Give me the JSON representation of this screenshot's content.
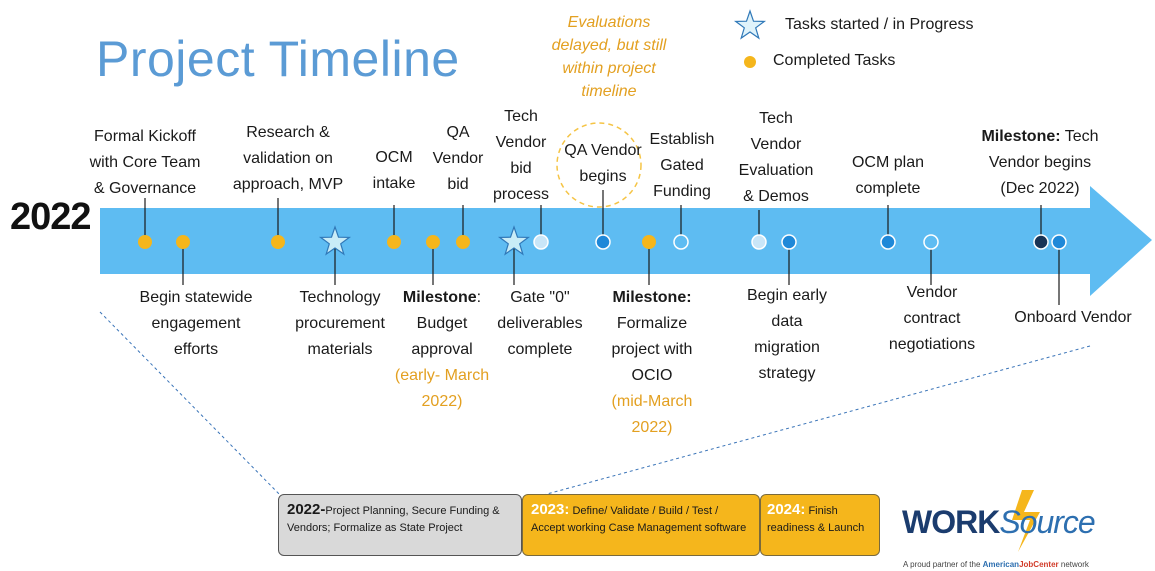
{
  "title": "Project Timeline",
  "year": "2022",
  "legend": {
    "in_progress": "Tasks started /  in Progress",
    "completed": "Completed Tasks"
  },
  "delay_note": [
    "Evaluations",
    "delayed, but still",
    "within project",
    "timeline"
  ],
  "labels_above": {
    "kickoff": [
      "Formal Kickoff",
      "with Core Team",
      "& Governance"
    ],
    "research": [
      "Research &",
      "validation on",
      "approach, MVP"
    ],
    "ocm_intake": [
      "OCM",
      "intake"
    ],
    "qa_vendor_bid": [
      "QA",
      "Vendor",
      "bid"
    ],
    "tech_vendor_bid": [
      "Tech",
      "Vendor",
      "bid",
      "process"
    ],
    "qa_vendor_begins": [
      "QA Vendor",
      "begins"
    ],
    "gated_funding": [
      "Establish",
      "Gated",
      "Funding"
    ],
    "tech_vendor_eval": [
      "Tech",
      "Vendor",
      "Evaluation",
      "& Demos"
    ],
    "ocm_plan": [
      "OCM plan",
      "complete"
    ],
    "milestone_tech_vendor": {
      "prefix": "Milestone:",
      "rest": " Tech",
      "lines": [
        "Vendor begins",
        "(Dec 2022)"
      ]
    }
  },
  "labels_below": {
    "statewide": [
      "Begin statewide",
      "engagement",
      "efforts"
    ],
    "tech_procurement": [
      "Technology",
      "procurement",
      "materials"
    ],
    "milestone_budget": {
      "prefix": "Milestone",
      "rest": ":",
      "lines": [
        "Budget",
        "approval"
      ],
      "date": [
        "(early- March",
        "2022)"
      ]
    },
    "gate0": [
      "Gate \"0\"",
      "deliverables",
      "complete"
    ],
    "milestone_formalize": {
      "prefix": "Milestone:",
      "lines": [
        "Formalize",
        "project with",
        "OCIO"
      ],
      "date": [
        "(mid-March",
        "2022)"
      ]
    },
    "data_migration": [
      "Begin early",
      "data",
      "migration",
      "strategy"
    ],
    "vendor_contract": [
      "Vendor",
      "contract",
      "negotiations"
    ],
    "onboard": [
      "Onboard Vendor"
    ]
  },
  "phases": [
    {
      "year": "2022-",
      "text": "Project Planning, Secure Funding & Vendors; Formalize as State Project"
    },
    {
      "year": "2023:",
      "text": "Define/ Validate / Build / Test / Accept working Case Management software"
    },
    {
      "year": "2024:",
      "text": "Finish readiness & Launch"
    }
  ],
  "logo": {
    "brand_a": "WORK",
    "brand_b": "Source",
    "tagline_pre": "A proud partner of the ",
    "tagline_brand_a": "American",
    "tagline_brand_b": "JobCenter",
    "tagline_post": " network"
  },
  "colors": {
    "arrow": "#5ebcf2",
    "completed": "#f5b61c",
    "blue_dot": "#1e88d8",
    "light_dot": "#c9e6f8",
    "dark_dot": "#183456",
    "title": "#5b9bd5",
    "orange_text": "#e3a021"
  },
  "icons": {
    "in_progress": "star-icon",
    "completed": "dot-icon"
  }
}
